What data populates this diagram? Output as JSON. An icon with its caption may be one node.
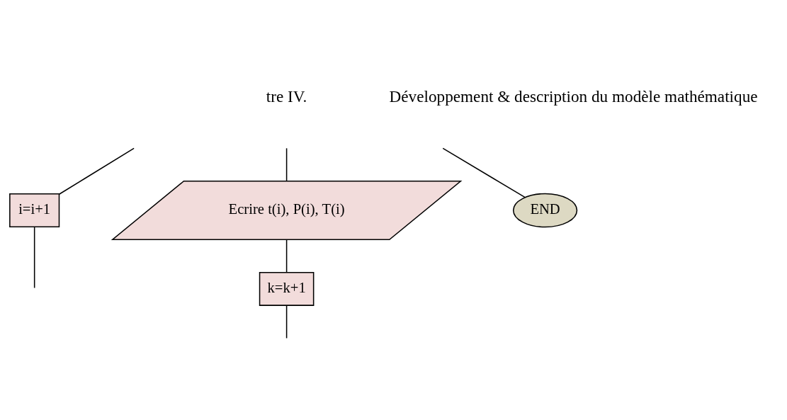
{
  "diagram": {
    "nodes": [
      {
        "text": [
          "Ecrire t(i), P(i), T(i)"
        ]
      },
      {
        "text": [
          "i=i+1"
        ]
      },
      {
        "text": [
          "k=k+1"
        ]
      },
      {
        "text": [
          "END"
        ]
      }
    ],
    "edges": [
      {
        "from": null,
        "to": 1,
        "arrow": "none"
      },
      {
        "from": 1,
        "to": null,
        "arrow": "none"
      },
      {
        "from": null,
        "to": 0,
        "arrow": "none"
      },
      {
        "from": 0,
        "to": 2,
        "arrow": "none"
      },
      {
        "from": 2,
        "to": null,
        "arrow": "none"
      },
      {
        "from": null,
        "to": 3,
        "arrow": "none"
      }
    ],
    "labels": [
      "tre IV.",
      "Développement & description du modèle mathématique"
    ]
  }
}
